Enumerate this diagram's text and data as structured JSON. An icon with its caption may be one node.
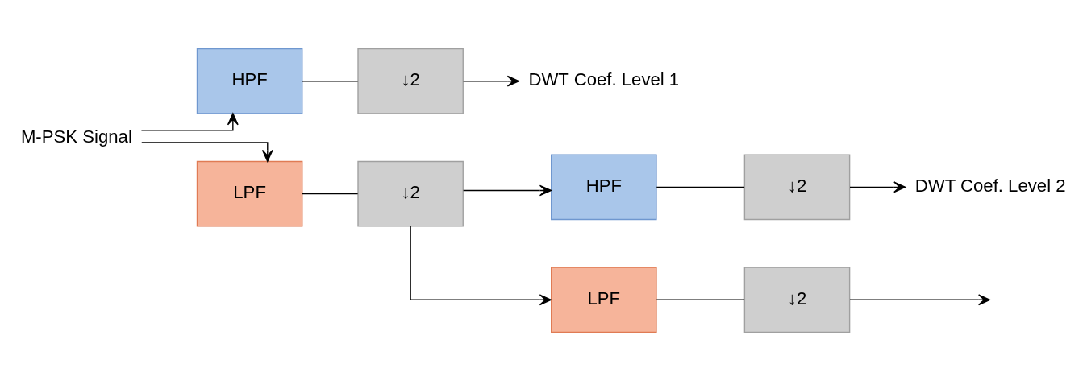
{
  "diagram": {
    "nodes": [
      {
        "text": [
          "M-PSK Signal"
        ]
      },
      {
        "text": [
          "HPF"
        ]
      },
      {
        "text": [
          "↓2"
        ]
      },
      {
        "text": [
          "DWT Coef. Level 1"
        ]
      },
      {
        "text": [
          "LPF"
        ]
      },
      {
        "text": [
          "↓2"
        ]
      },
      {
        "text": [
          "HPF"
        ]
      },
      {
        "text": [
          "↓2"
        ]
      },
      {
        "text": [
          "DWT Coef. Level 2"
        ]
      },
      {
        "text": [
          "LPF"
        ]
      },
      {
        "text": [
          "↓2"
        ]
      }
    ],
    "edges": [
      {
        "from": 0,
        "to": 1,
        "arrow": "to"
      },
      {
        "from": 0,
        "to": 4,
        "arrow": "to"
      },
      {
        "from": 1,
        "to": 2,
        "arrow": "none"
      },
      {
        "from": 2,
        "to": 3,
        "arrow": "to"
      },
      {
        "from": 4,
        "to": 5,
        "arrow": "none"
      },
      {
        "from": 5,
        "to": 6,
        "arrow": "to"
      },
      {
        "from": 5,
        "to": 9,
        "arrow": "to"
      },
      {
        "from": 6,
        "to": 7,
        "arrow": "none"
      },
      {
        "from": 7,
        "to": 8,
        "arrow": "to"
      },
      {
        "from": 9,
        "to": 10,
        "arrow": "none"
      },
      {
        "from": 10,
        "to": null,
        "arrow": "to"
      }
    ]
  }
}
